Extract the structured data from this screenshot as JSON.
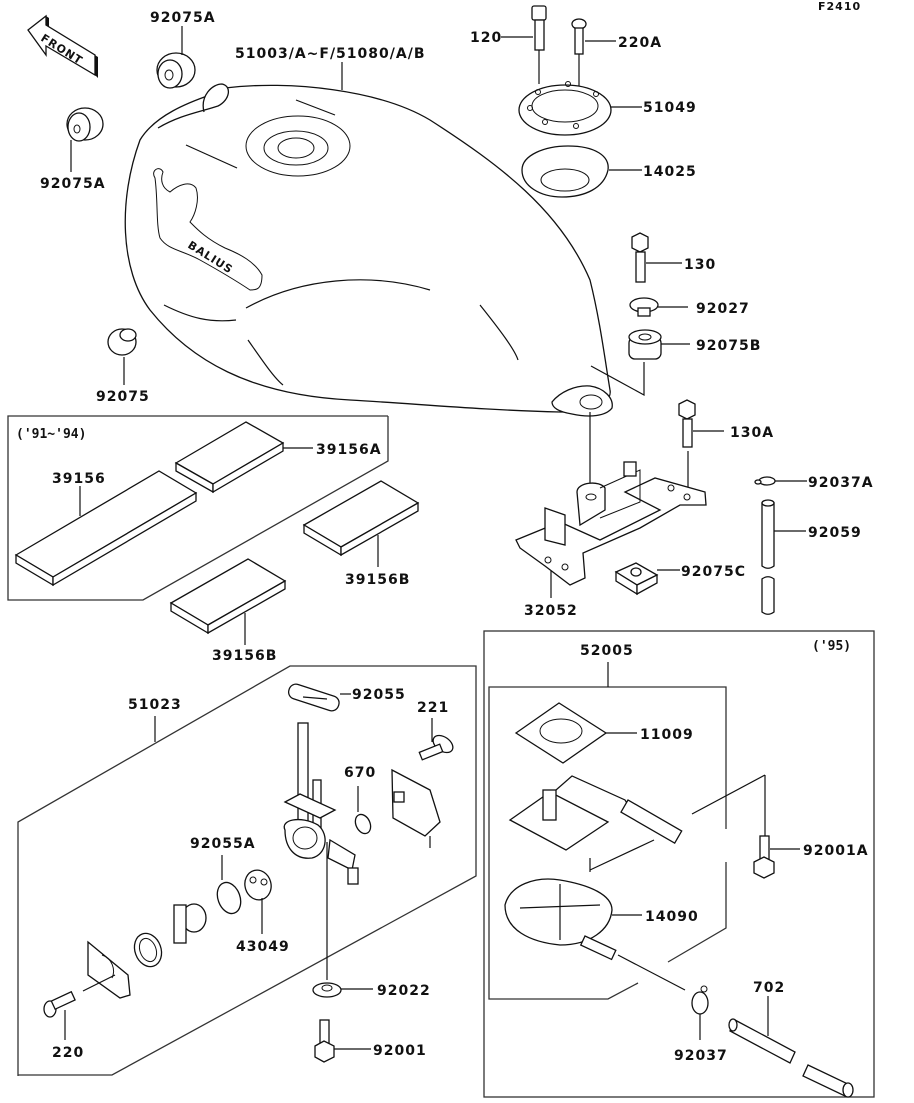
{
  "diagram": {
    "figure_id": "F2410",
    "front_arrow_label": "FRONT",
    "tank_logo_text": "BALIUS",
    "groups": {
      "pads_note": "('91~'94)",
      "fuel_pump_note": "('95)"
    },
    "labels": {
      "p92075A_top": "92075A",
      "p92075A_left": "92075A",
      "p51003": "51003/A~F/51080/A/B",
      "p120": "120",
      "p220A": "220A",
      "p51049": "51049",
      "p14025": "14025",
      "p130": "130",
      "p92027": "92027",
      "p92075B": "92075B",
      "p92075": "92075",
      "p130A": "130A",
      "p39156A": "39156A",
      "p39156": "39156",
      "p39156B_right": "39156B",
      "p39156B_bottom": "39156B",
      "p92037A": "92037A",
      "p92059": "92059",
      "p92075C": "92075C",
      "p32052": "32052",
      "p51023": "51023",
      "p92055": "92055",
      "p221": "221",
      "p670": "670",
      "p92055A": "92055A",
      "p43049": "43049",
      "p92022": "92022",
      "p220": "220",
      "p92001": "92001",
      "p52005": "52005",
      "p11009": "11009",
      "p92001A": "92001A",
      "p14090": "14090",
      "p702": "702",
      "p92037": "92037"
    }
  }
}
